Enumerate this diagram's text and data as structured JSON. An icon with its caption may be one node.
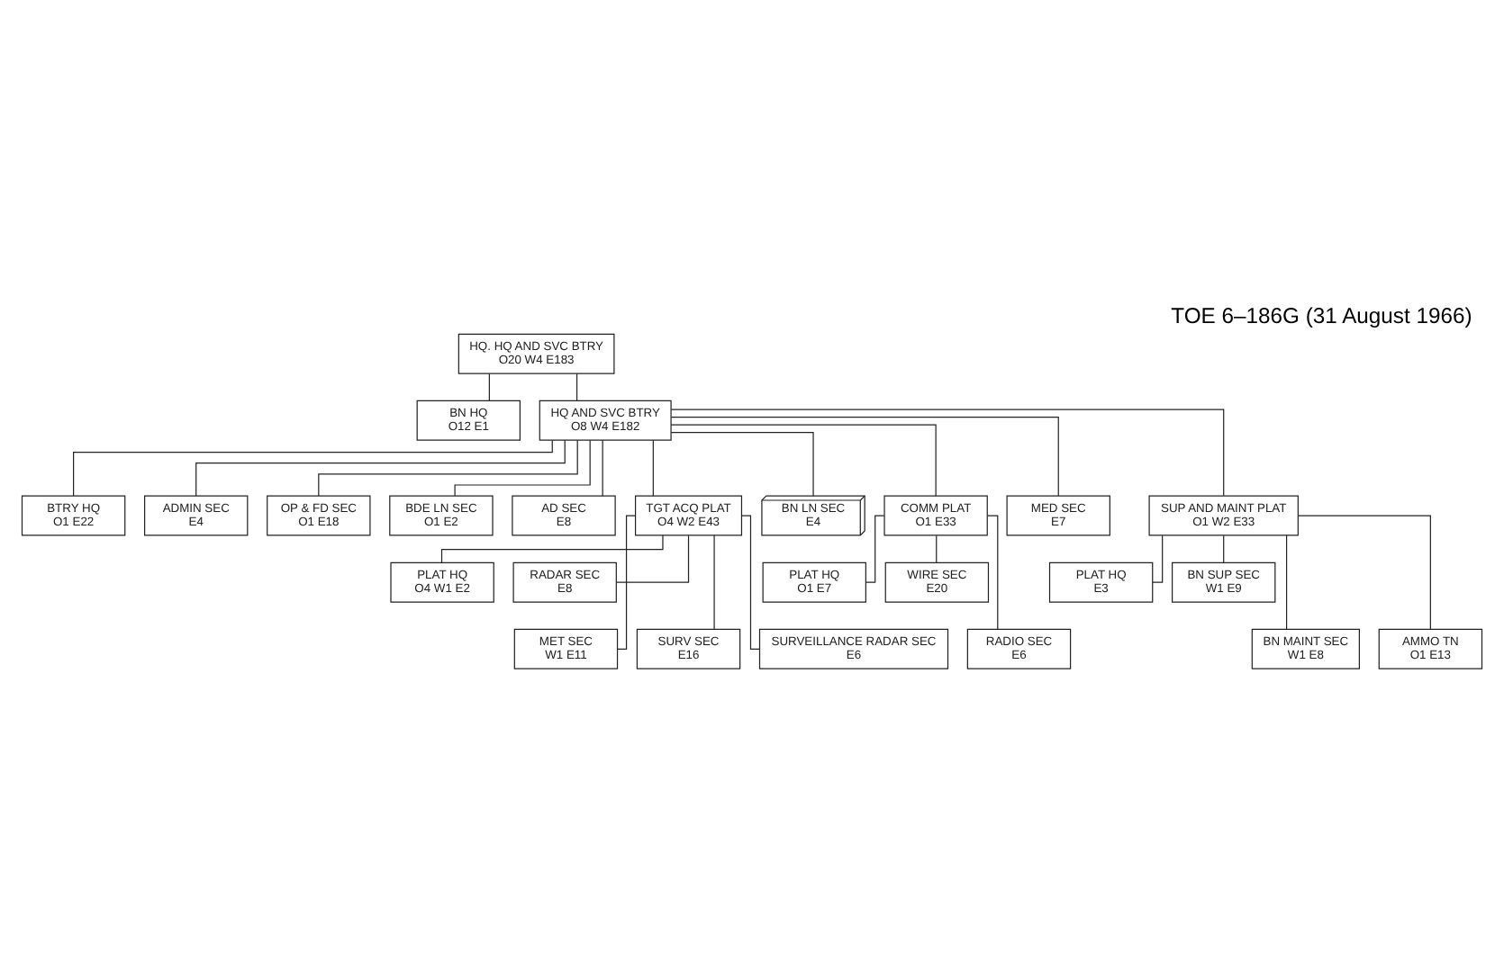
{
  "diagram": {
    "title": "TOE 6–186G (31 August 1966)",
    "nodes": [
      {
        "text": [
          "HQ. HQ AND SVC BTRY",
          "O20 W4 E183"
        ]
      },
      {
        "text": [
          "BN HQ",
          "O12 E1"
        ]
      },
      {
        "text": [
          "HQ AND SVC BTRY",
          "O8 W4 E182"
        ]
      },
      {
        "text": [
          "BTRY HQ",
          "O1 E22"
        ]
      },
      {
        "text": [
          "ADMIN SEC",
          "E4"
        ]
      },
      {
        "text": [
          "OP & FD SEC",
          "O1 E18"
        ]
      },
      {
        "text": [
          "BDE LN SEC",
          "O1 E2"
        ]
      },
      {
        "text": [
          "AD SEC",
          "E8"
        ]
      },
      {
        "text": [
          "TGT ACQ PLAT",
          "O4 W2 E43"
        ]
      },
      {
        "text": [
          "BN LN SEC",
          "E4"
        ]
      },
      {
        "text": [
          "COMM PLAT",
          "O1 E33"
        ]
      },
      {
        "text": [
          "MED SEC",
          "E7"
        ]
      },
      {
        "text": [
          "SUP AND MAINT PLAT",
          "O1 W2 E33"
        ]
      },
      {
        "text": [
          "PLAT HQ",
          "O4 W1 E2"
        ]
      },
      {
        "text": [
          "RADAR SEC",
          "E8"
        ]
      },
      {
        "text": [
          "PLAT HQ",
          "O1 E7"
        ]
      },
      {
        "text": [
          "WIRE SEC",
          "E20"
        ]
      },
      {
        "text": [
          "PLAT HQ",
          "E3"
        ]
      },
      {
        "text": [
          "BN SUP SEC",
          "W1 E9"
        ]
      },
      {
        "text": [
          "MET SEC",
          "W1 E11"
        ]
      },
      {
        "text": [
          "SURV SEC",
          "E16"
        ]
      },
      {
        "text": [
          "SURVEILLANCE RADAR SEC",
          "E6"
        ]
      },
      {
        "text": [
          "RADIO SEC",
          "E6"
        ]
      },
      {
        "text": [
          "BN MAINT SEC",
          "W1 E8"
        ]
      },
      {
        "text": [
          "AMMO TN",
          "O1 E13"
        ]
      }
    ],
    "edges": [
      {
        "from": 0,
        "to": 1,
        "arrow": "none"
      },
      {
        "from": 0,
        "to": 2,
        "arrow": "none"
      },
      {
        "from": 2,
        "to": 3,
        "arrow": "none"
      },
      {
        "from": 2,
        "to": 8,
        "arrow": "none"
      },
      {
        "from": 2,
        "to": 4,
        "arrow": "none"
      },
      {
        "from": 2,
        "to": 9,
        "arrow": "none"
      },
      {
        "from": 2,
        "to": 5,
        "arrow": "none"
      },
      {
        "from": 2,
        "to": 10,
        "arrow": "none"
      },
      {
        "from": 2,
        "to": 11,
        "arrow": "none"
      },
      {
        "from": 2,
        "to": 6,
        "arrow": "none"
      },
      {
        "from": 2,
        "to": 12,
        "arrow": "none"
      },
      {
        "from": 2,
        "to": 7,
        "arrow": "none"
      },
      {
        "from": 8,
        "to": 13,
        "arrow": "none"
      },
      {
        "from": 8,
        "to": 14,
        "arrow": "none"
      },
      {
        "from": 8,
        "to": 19,
        "arrow": "none"
      },
      {
        "from": 8,
        "to": 20,
        "arrow": "none"
      },
      {
        "from": 8,
        "to": 21,
        "arrow": "none"
      },
      {
        "from": 10,
        "to": 15,
        "arrow": "none"
      },
      {
        "from": 10,
        "to": 16,
        "arrow": "none"
      },
      {
        "from": 10,
        "to": 22,
        "arrow": "none"
      },
      {
        "from": 12,
        "to": 17,
        "arrow": "none"
      },
      {
        "from": 12,
        "to": 18,
        "arrow": "none"
      },
      {
        "from": 12,
        "to": 23,
        "arrow": "none"
      },
      {
        "from": 12,
        "to": 24,
        "arrow": "none"
      }
    ]
  }
}
